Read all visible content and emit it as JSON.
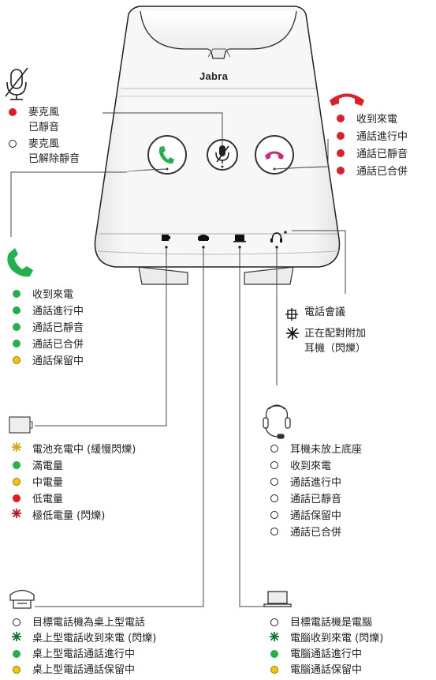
{
  "device": {
    "brand": "Jabra"
  },
  "colors": {
    "red": "#e21d25",
    "green": "#22b14c",
    "yellow": "#f6c500",
    "base_gray": "#f2f2f2"
  },
  "mute_legend": [
    {
      "status": "red",
      "label": "麥克風\n已靜音"
    },
    {
      "status": "off",
      "label": "麥克風\n已解除靜音"
    }
  ],
  "end_call_legend": [
    {
      "status": "red",
      "label": "收到來電"
    },
    {
      "status": "red",
      "label": "通話進行中"
    },
    {
      "status": "red",
      "label": "通話已靜音"
    },
    {
      "status": "red",
      "label": "通話已合併"
    }
  ],
  "answer_call_legend": [
    {
      "status": "green",
      "label": "收到來電"
    },
    {
      "status": "green",
      "label": "通話進行中"
    },
    {
      "status": "green",
      "label": "通話已靜音"
    },
    {
      "status": "green",
      "label": "通話已合併"
    },
    {
      "status": "yellow",
      "label": "通話保留中"
    }
  ],
  "headset_extra_legend": [
    {
      "icon": "conference-plus-icon",
      "label": "電話會議"
    },
    {
      "icon": "pairing-star-icon",
      "label": "正在配對附加\n耳機（閃爍）"
    }
  ],
  "battery_legend": [
    {
      "status": "star-yellow",
      "label": "電池充電中 (緩慢閃爍)"
    },
    {
      "status": "green",
      "label": "滿電量"
    },
    {
      "status": "yellow",
      "label": "中電量"
    },
    {
      "status": "red",
      "label": "低電量"
    },
    {
      "status": "star-red",
      "label": "極低電量 (閃爍)"
    }
  ],
  "headset_legend": [
    {
      "status": "off",
      "label": "耳機未放上底座"
    },
    {
      "status": "off",
      "label": "收到來電"
    },
    {
      "status": "off",
      "label": "通話進行中"
    },
    {
      "status": "off",
      "label": "通話已靜音"
    },
    {
      "status": "off",
      "label": "通話保留中"
    },
    {
      "status": "off",
      "label": "通話已合併"
    }
  ],
  "deskphone_legend": [
    {
      "status": "off",
      "label": "目標電話機為桌上型電話"
    },
    {
      "status": "star-green",
      "label": "桌上型電話收到來電 (閃爍)"
    },
    {
      "status": "green",
      "label": "桌上型電話通話進行中"
    },
    {
      "status": "yellow",
      "label": "桌上型電話通話保留中"
    }
  ],
  "pc_legend": [
    {
      "status": "off",
      "label": "目標電話機是電腦"
    },
    {
      "status": "star-green",
      "label": "電腦收到來電 (閃爍)"
    },
    {
      "status": "green",
      "label": "電腦通話進行中"
    },
    {
      "status": "yellow",
      "label": "電腦通話保留中"
    }
  ]
}
